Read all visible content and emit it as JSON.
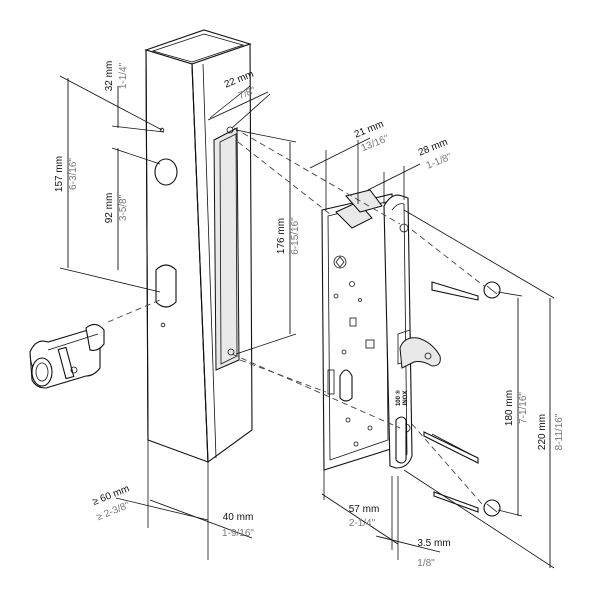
{
  "dimensions": {
    "d32": {
      "metric": "32 mm",
      "imperial": "1-1/4\""
    },
    "d157": {
      "metric": "157 mm",
      "imperial": "6-3/16\""
    },
    "d92": {
      "metric": "92 mm",
      "imperial": "3-5/8\""
    },
    "d22": {
      "metric": "22 mm",
      "imperial": "7/8\""
    },
    "d176": {
      "metric": "176 mm",
      "imperial": "6-15/16\""
    },
    "d21": {
      "metric": "21 mm",
      "imperial": "13/16\""
    },
    "d28": {
      "metric": "28 mm",
      "imperial": "1-1/8\""
    },
    "d180": {
      "metric": "180 mm",
      "imperial": "7-1/16\""
    },
    "d220": {
      "metric": "220 mm",
      "imperial": "8-11/16\""
    },
    "d60": {
      "metric": "≥ 60 mm",
      "imperial": "≥ 2-3/8\""
    },
    "d40": {
      "metric": "40 mm",
      "imperial": "1-9/16\""
    },
    "d57": {
      "metric": "57 mm",
      "imperial": "2-1/4\""
    },
    "d35": {
      "metric": "3.5 mm",
      "imperial": "1/8\""
    }
  },
  "faceplate_marking": [
    "100 ®",
    "INOX"
  ]
}
